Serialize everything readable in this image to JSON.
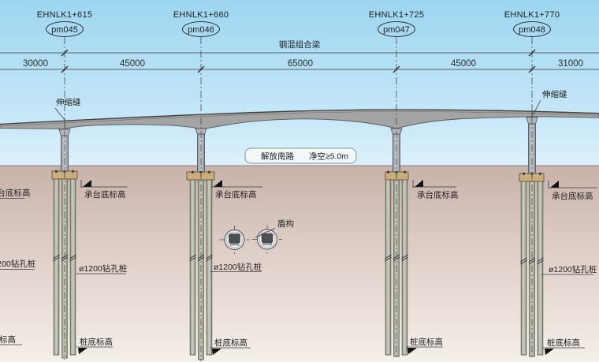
{
  "drawing": {
    "piers": [
      {
        "chainage": "EHNLK1+615",
        "id": "pm045"
      },
      {
        "chainage": "EHNLK1+660",
        "id": "pm046"
      },
      {
        "chainage": "EHNLK1+725",
        "id": "pm047"
      },
      {
        "chainage": "EHNLK1+770",
        "id": "pm048"
      }
    ],
    "girder_label": "钢混组合梁",
    "span_dimensions": [
      "30000",
      "45000",
      "65000",
      "45000",
      "31000"
    ],
    "expansion_joint_label": "伸缩缝",
    "road_clearance_sign": {
      "road_name": "解放南路",
      "clearance": "净空≥5.0m"
    },
    "annotations": {
      "cap_bottom_elevation": "承台底标高",
      "bored_pile": "ø1200钻孔桩",
      "pile_bottom_elevation": "桩底标高",
      "shield_tunnel": "盾构"
    },
    "colors": {
      "sky_top": "#9cd6f0",
      "sky_bottom": "#ddf1fb",
      "ground_top": "#c8b2aa",
      "ground_bottom": "#f5efe9",
      "girder_gray": "#a4a4a4",
      "pile_cap_tan": "#c9ad7e",
      "pier_gray": "#a9aeb4",
      "pile_gray_green": "#b2b6aa"
    }
  }
}
